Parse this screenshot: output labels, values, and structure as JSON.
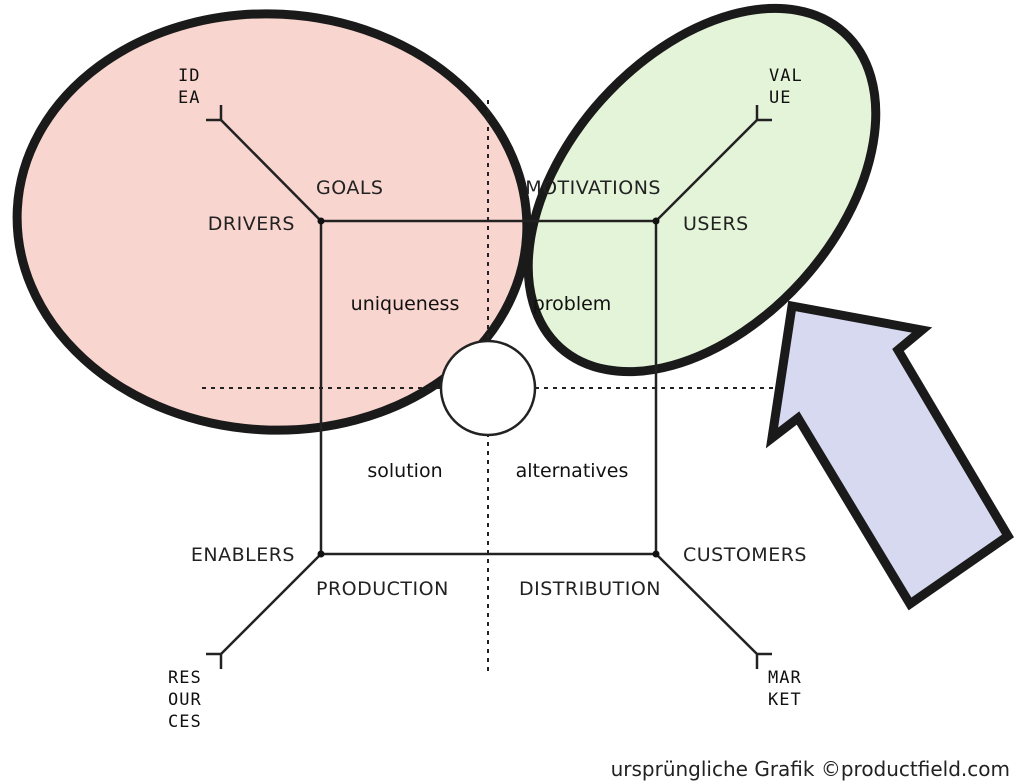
{
  "diagram": {
    "top_left": {
      "corner": "DRIVERS",
      "branch": "GOALS",
      "area": "uniqueness",
      "end": [
        "ID",
        "EA"
      ]
    },
    "top_right": {
      "corner": "USERS",
      "branch": "MOTIVATIONS",
      "area": "problem",
      "end": [
        "VAL",
        "UE"
      ]
    },
    "bottom_left": {
      "corner": "ENABLERS",
      "branch": "PRODUCTION",
      "area": "solution",
      "end": [
        "RES",
        "OUR",
        "CES"
      ]
    },
    "bottom_right": {
      "corner": "CUSTOMERS",
      "branch": "DISTRIBUTION",
      "area": "alternatives",
      "end": [
        "MAR",
        "KET"
      ]
    },
    "credit": "ursprüngliche Grafik  ©productfield.com"
  },
  "colors": {
    "red_ellipse_fill": "#f9d5cf",
    "green_ellipse_fill": "#e4f4d9",
    "arrow_fill": "#d6d9f0",
    "outline": "#1a1a1a",
    "line": "#222222"
  }
}
